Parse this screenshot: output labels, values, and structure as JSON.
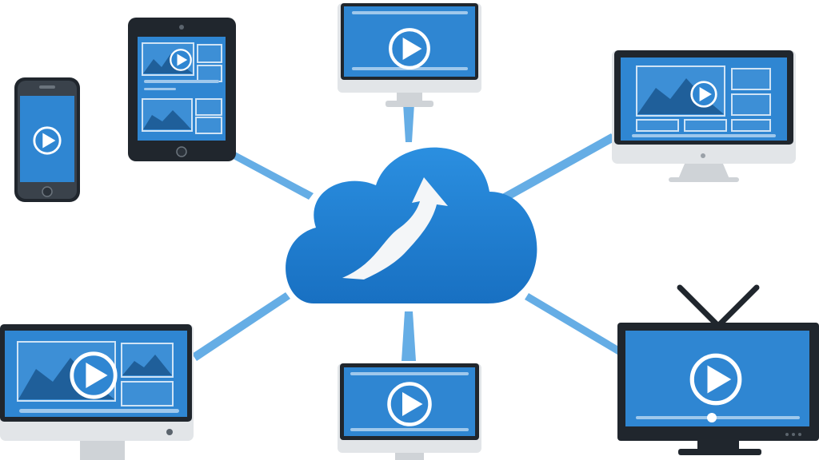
{
  "diagram": {
    "hub": {
      "icon": "cloud-upload-icon"
    },
    "devices": [
      {
        "kind": "smartphone",
        "icon": "play-icon"
      },
      {
        "kind": "tablet",
        "icon": "play-icon"
      },
      {
        "kind": "monitor",
        "icon": "play-icon"
      },
      {
        "kind": "desktop-monitor",
        "icon": "play-icon"
      },
      {
        "kind": "desktop-monitor",
        "icon": "play-icon"
      },
      {
        "kind": "monitor",
        "icon": "play-icon"
      },
      {
        "kind": "tv",
        "icon": "play-icon"
      }
    ],
    "colors": {
      "accent": "#2f86d2",
      "cloud": "#1f7fd0",
      "beam": "#4a9fe0",
      "bezel": "#20262d"
    }
  }
}
